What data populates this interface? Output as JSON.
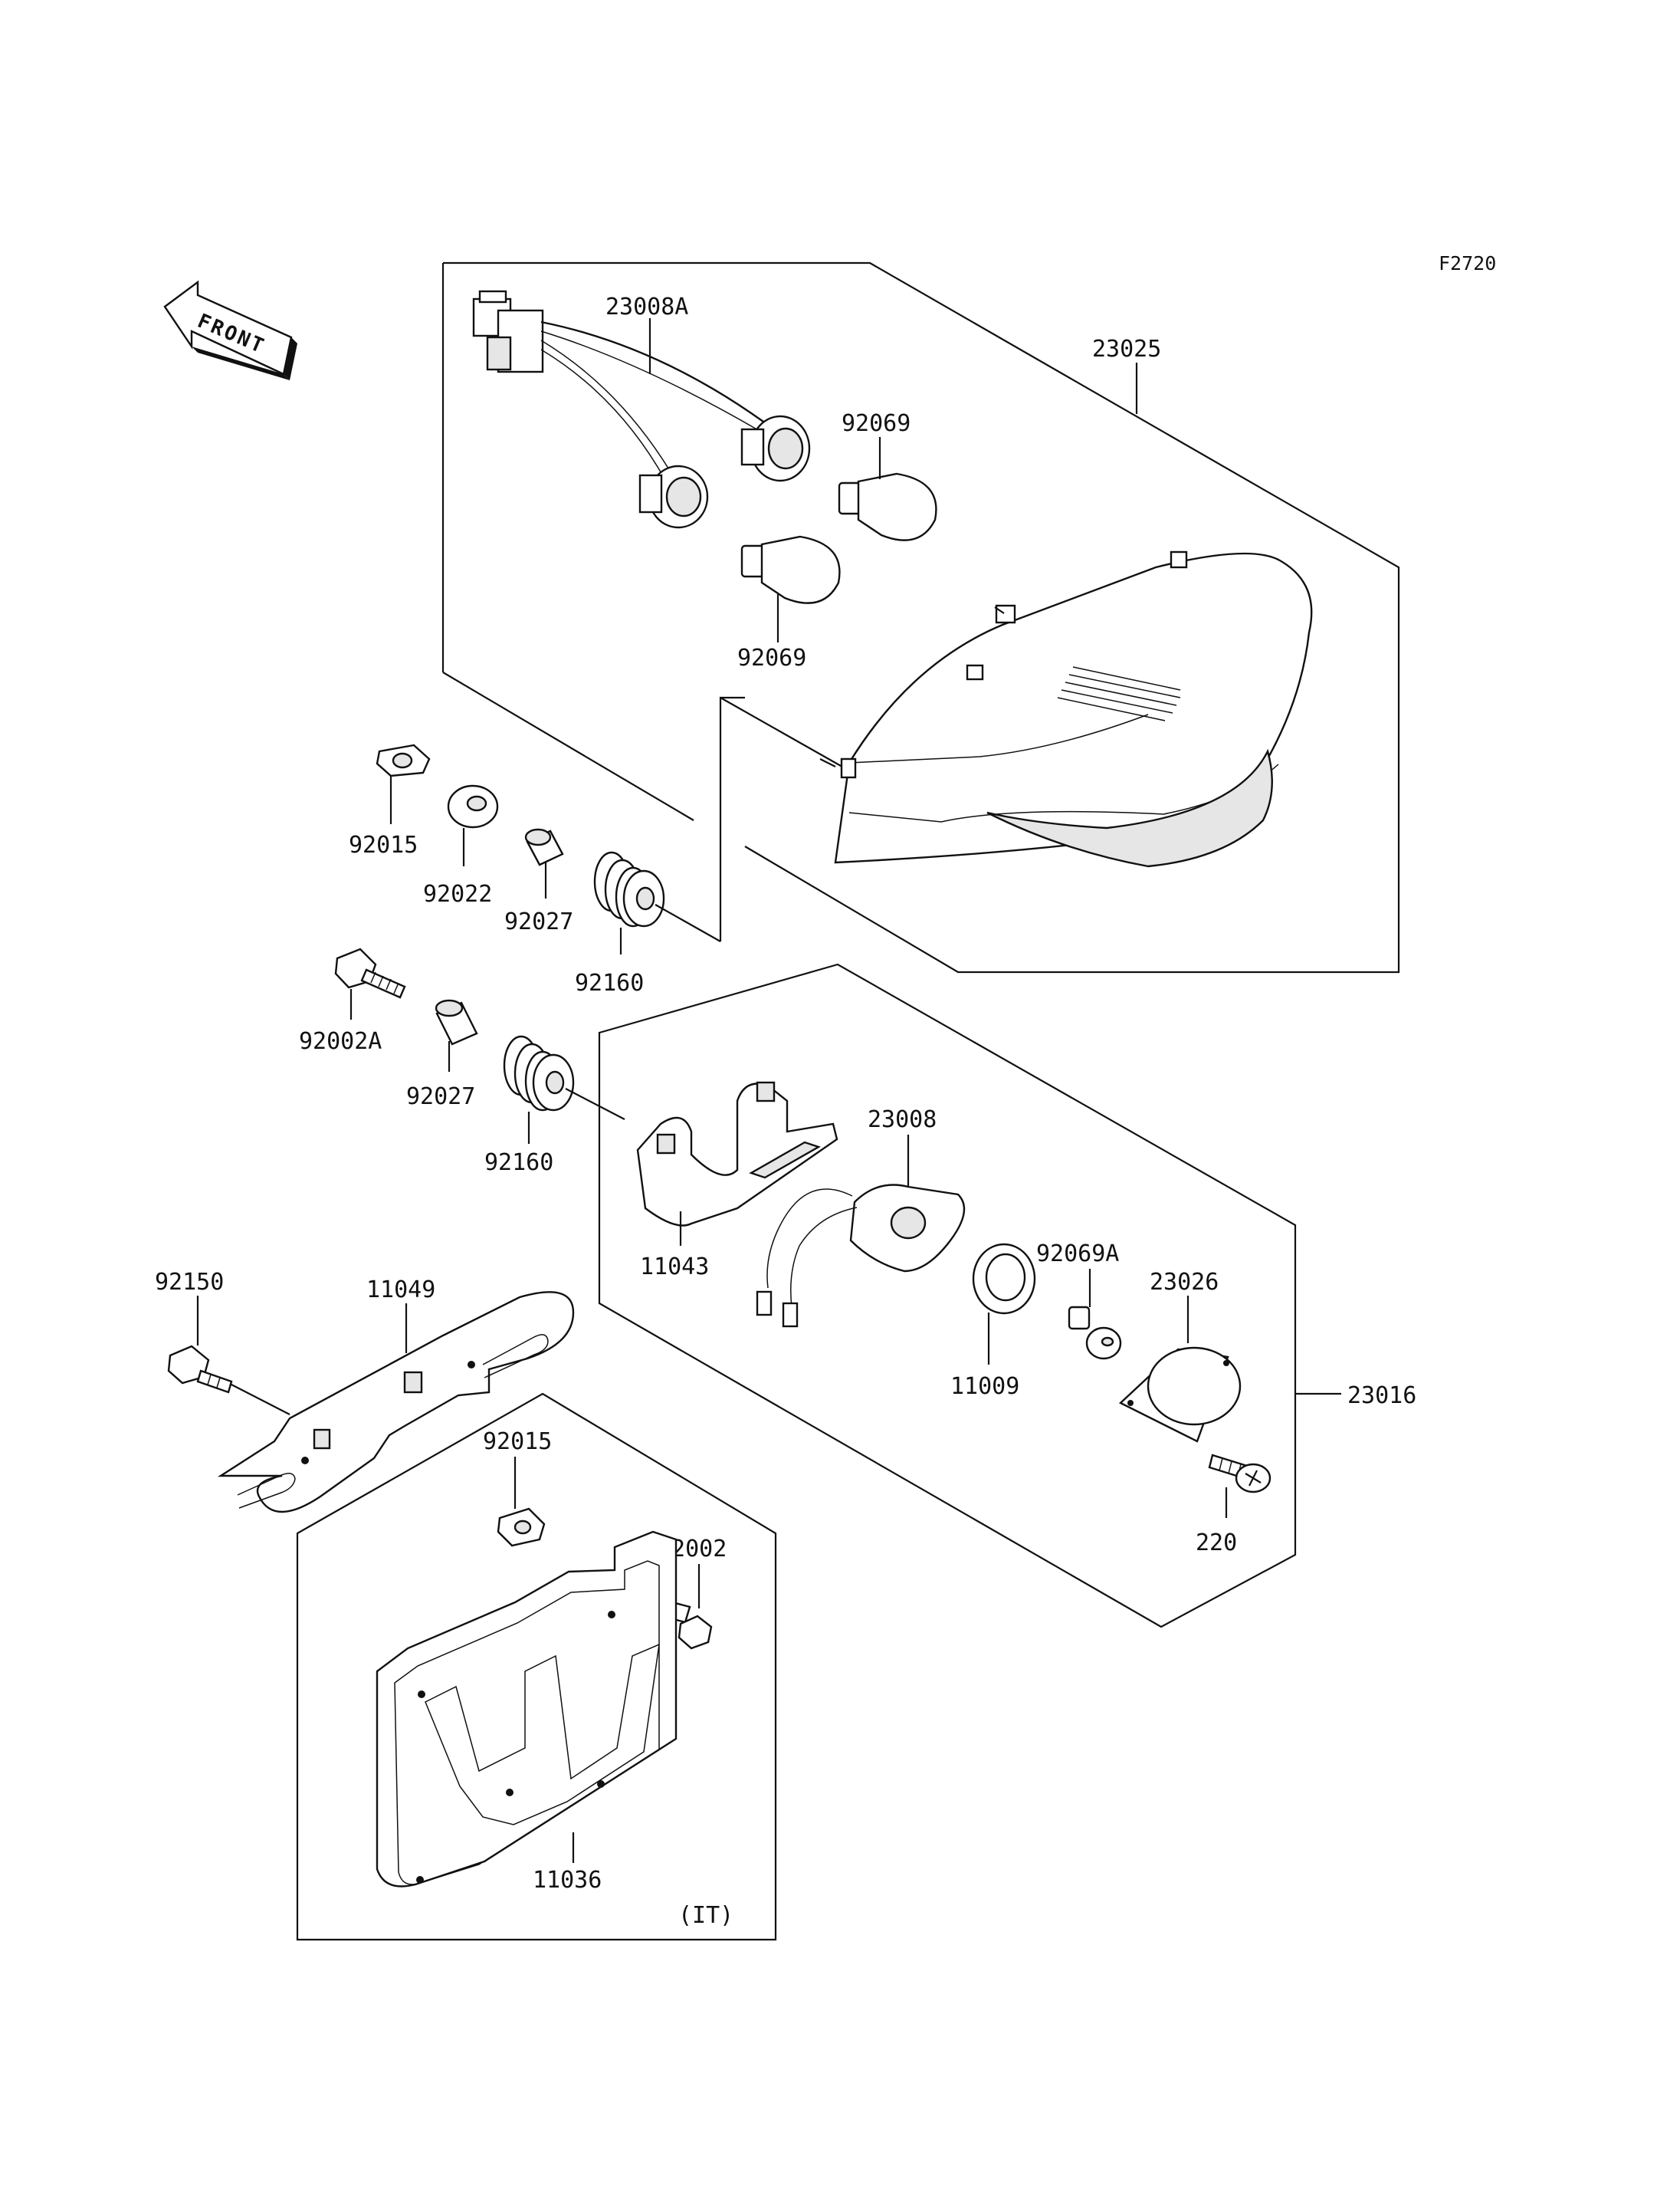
{
  "figure_code": "F2720",
  "front_label": "FRONT",
  "variant_note": "(IT)",
  "parts": {
    "p23008A": "23008A",
    "p23025": "23025",
    "p92069_top": "92069",
    "p92069_bottom": "92069",
    "p92015_top": "92015",
    "p92022": "92022",
    "p92027_top": "92027",
    "p92160_top": "92160",
    "p92002A": "92002A",
    "p92027_bottom": "92027",
    "p92160_bottom": "92160",
    "p23008": "23008",
    "p11043": "11043",
    "p92069A": "92069A",
    "p23026": "23026",
    "p11009": "11009",
    "p23016": "23016",
    "p220": "220",
    "p92150": "92150",
    "p11049": "11049",
    "p92015_bottom": "92015",
    "p92002": "92002",
    "p11036": "11036"
  }
}
